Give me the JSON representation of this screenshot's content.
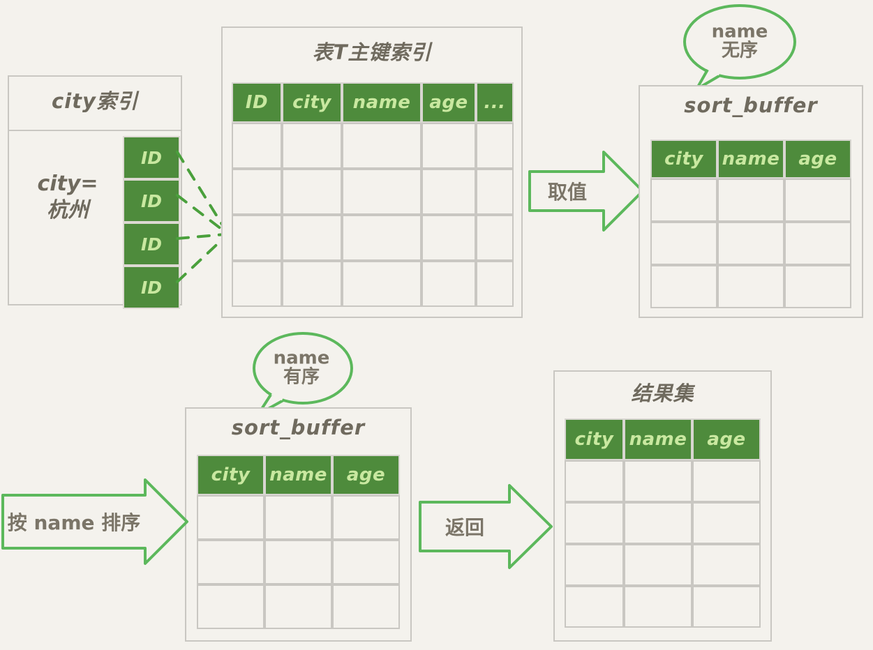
{
  "diagram": {
    "title": "MySQL order by sort_buffer flow",
    "colors": {
      "background": "#f4f2ed",
      "header_green": "#4e8b3c",
      "header_text": "#c9e8a0",
      "arrow_green": "#5cb85c",
      "ink": "#7b7568",
      "border_grey": "#c9c7c2"
    }
  },
  "city_index": {
    "title": "city索引",
    "condition": "city=\n杭州",
    "rows": [
      {
        "label": "ID"
      },
      {
        "label": "ID"
      },
      {
        "label": "ID"
      },
      {
        "label": "ID"
      }
    ]
  },
  "primary_table": {
    "title": "表T主键索引",
    "columns": [
      "ID",
      "city",
      "name",
      "age",
      "..."
    ],
    "row_count": 4,
    "rows": [
      [
        "",
        "",
        "",
        "",
        ""
      ],
      [
        "",
        "",
        "",
        "",
        ""
      ],
      [
        "",
        "",
        "",
        "",
        ""
      ],
      [
        "",
        "",
        "",
        "",
        ""
      ]
    ]
  },
  "sort_buffer_unsorted": {
    "title": "sort_buffer",
    "columns": [
      "city",
      "name",
      "age"
    ],
    "row_count": 3,
    "rows": [
      [
        "",
        "",
        ""
      ],
      [
        "",
        "",
        ""
      ],
      [
        "",
        "",
        ""
      ]
    ],
    "callout": "name\n无序"
  },
  "sort_buffer_sorted": {
    "title": "sort_buffer",
    "columns": [
      "city",
      "name",
      "age"
    ],
    "row_count": 3,
    "rows": [
      [
        "",
        "",
        ""
      ],
      [
        "",
        "",
        ""
      ],
      [
        "",
        "",
        ""
      ]
    ],
    "callout": "name\n有序"
  },
  "result_set": {
    "title": "结果集",
    "columns": [
      "city",
      "name",
      "age"
    ],
    "row_count": 4,
    "rows": [
      [
        "",
        "",
        ""
      ],
      [
        "",
        "",
        ""
      ],
      [
        "",
        "",
        ""
      ],
      [
        "",
        "",
        ""
      ]
    ]
  },
  "arrows": {
    "fetch": "取值",
    "sort": "按 name 排序",
    "return": "返回"
  }
}
